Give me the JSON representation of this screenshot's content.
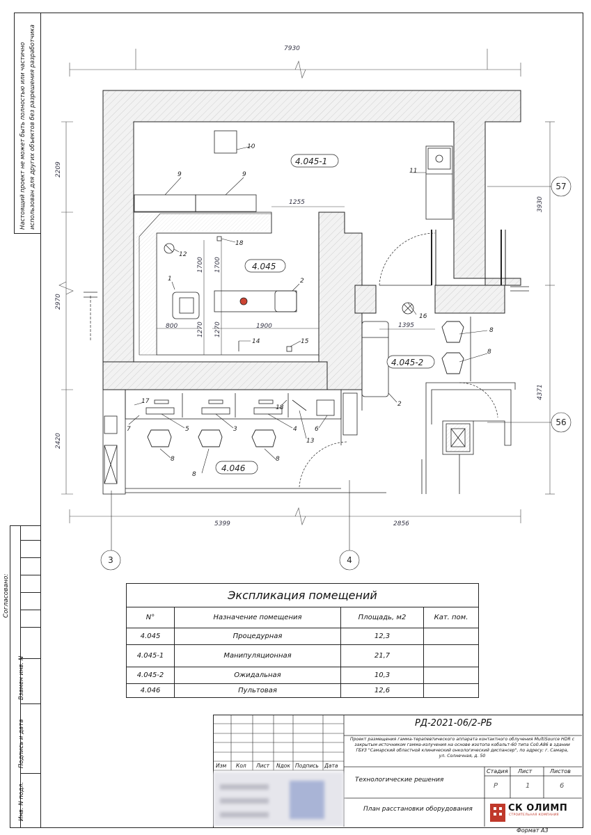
{
  "left_notice": [
    "Настоящий проект не может быть полностью или частично",
    "использован для других объектов без разрешения разработчика"
  ],
  "side_labels": {
    "agreed": "Согласовано:",
    "replace_inv": "Взамен инв. N",
    "sign_date": "Подпись и дата",
    "inv_orig": "Инв. N подл."
  },
  "dimensions": {
    "top": "7930",
    "d2209": "2209",
    "d2970": "2970",
    "d2420": "2420",
    "d3930": "3930",
    "d4371": "4371",
    "d1255": "1255",
    "d1700a": "1700",
    "d1700b": "1700",
    "d1270a": "1270",
    "d1270b": "1270",
    "d800": "800",
    "d1900": "1900",
    "d1395": "1395",
    "d5399": "5399",
    "d2856": "2856"
  },
  "rooms": {
    "r1": "4.045-1",
    "r0": "4.045",
    "r2": "4.045-2",
    "r3": "4.046"
  },
  "axes": {
    "a57": "57",
    "a56": "56",
    "a3": "3",
    "a4": "4"
  },
  "marks": [
    "1",
    "2",
    "2",
    "3",
    "4",
    "5",
    "6",
    "7",
    "8",
    "8",
    "8",
    "8",
    "8",
    "9",
    "9",
    "10",
    "11",
    "12",
    "13",
    "14",
    "15",
    "16",
    "17",
    "18",
    "18"
  ],
  "explication": {
    "title": "Экспликация помещений",
    "headers": [
      "N°",
      "Назначение помещения",
      "Площадь, м2",
      "Кат. пом."
    ],
    "rows": [
      [
        "4.045",
        "Процедурная",
        "12,3",
        ""
      ],
      [
        "4.045-1",
        "Манипуляционная",
        "21,7",
        ""
      ],
      [
        "4.045-2",
        "Ожидальная",
        "10,3",
        ""
      ],
      [
        "4.046",
        "Пультовая",
        "12,6",
        ""
      ]
    ]
  },
  "stamp": {
    "code": "РД-2021-06/2-РБ",
    "project": [
      "Проект размещения гамма-терапевтического аппарата контактного облучения MultiSource HDR с",
      "закрытым источником гамма-излучения на основе изотопа кобальт-60 типа Co0.A86 в здании",
      "ГБУЗ \"Самарский областной клинический онкологический диспансер\", по адресу: г. Самара,",
      "ул. Солнечная, д. 50"
    ],
    "cols": [
      "Изм",
      "Кол",
      "Лист",
      "Nдок",
      "Подпись",
      "Дата"
    ],
    "section": "Технологические решения",
    "sheet_title": "План расстановки оборудования",
    "stage_h": "Стадия",
    "sheet_h": "Лист",
    "sheets_h": "Листов",
    "stage": "Р",
    "sheet": "1",
    "sheets": "6",
    "company": "СК ОЛИМП",
    "company_sub": "СТРОИТЕЛЬНАЯ КОМПАНИЯ"
  },
  "format": "Формат А3"
}
